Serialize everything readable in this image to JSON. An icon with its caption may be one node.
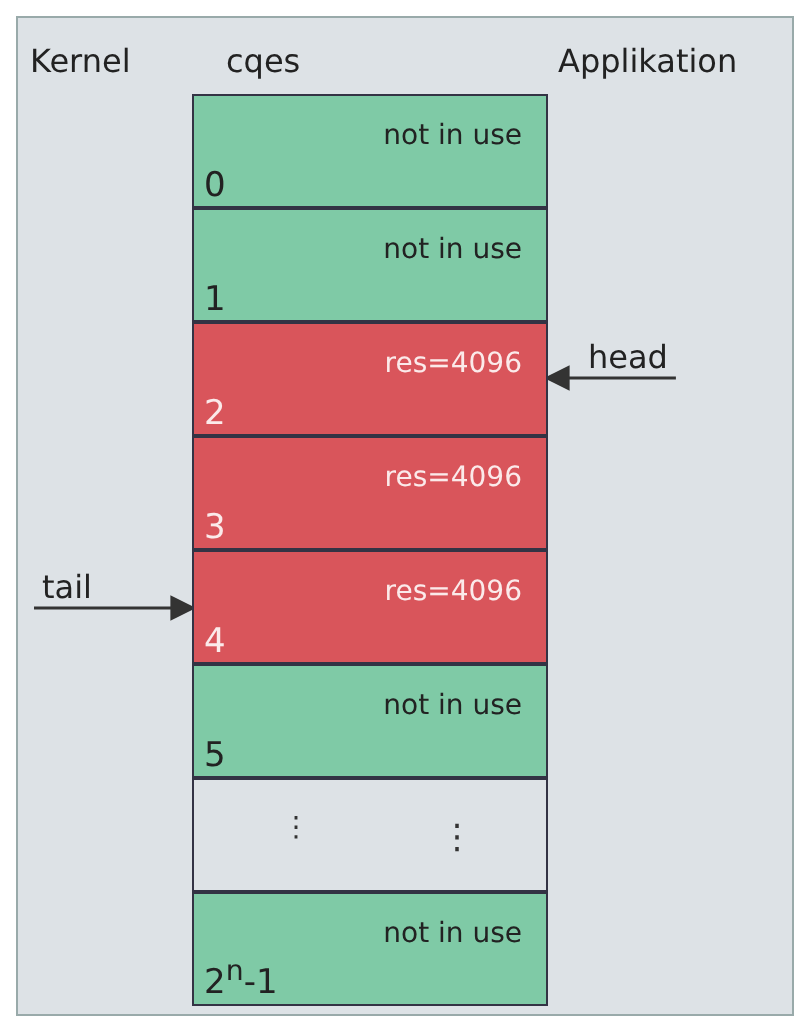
{
  "diagram": {
    "nodes": [
      {
        "text": [
          "not in use",
          "0"
        ]
      },
      {
        "text": [
          "not in use",
          "1"
        ]
      },
      {
        "text": [
          "res=4096",
          "2"
        ]
      },
      {
        "text": [
          "res=4096",
          "3"
        ]
      },
      {
        "text": [
          "res=4096",
          "4"
        ]
      },
      {
        "text": [
          "not in use",
          "5"
        ]
      },
      {
        "text": [
          "⋮",
          "⋮"
        ]
      },
      {
        "text": [
          "not in use",
          "2$^{n}$-1"
        ]
      },
      {
        "text": [
          "head"
        ]
      },
      {
        "text": [
          "tail"
        ]
      }
    ],
    "edges": [
      {
        "from": 8,
        "to": 2,
        "arrow": "to"
      },
      {
        "from": 9,
        "to": 4,
        "arrow": "to"
      }
    ],
    "labels": [
      "Kernel",
      "cqes",
      "Applikation"
    ]
  }
}
